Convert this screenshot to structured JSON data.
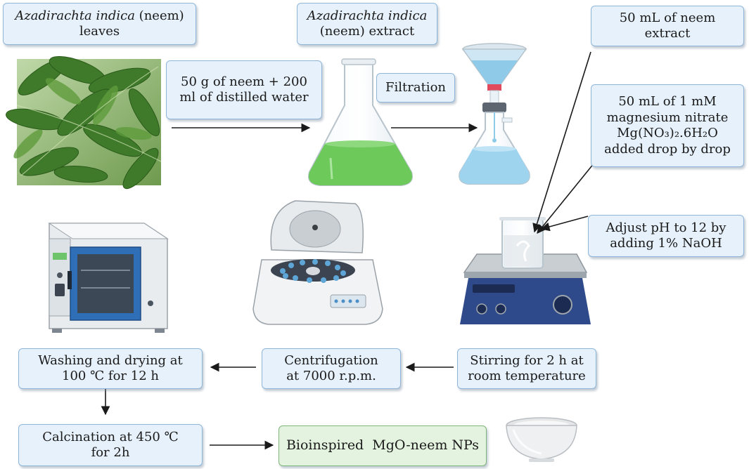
{
  "boxes": {
    "leaves": {
      "part_italic": "Azadirachta indica",
      "part_rest": " (neem)",
      "line2": "leaves"
    },
    "extract": {
      "line1": "Azadirachta indica",
      "line2": "(neem) extract"
    },
    "mix": {
      "line1": "50 g of neem + 200",
      "line2": "ml of distilled water"
    },
    "filtration": {
      "label": "Filtration"
    },
    "neem50": {
      "line1": "50 mL of neem",
      "line2": "extract"
    },
    "magnesium": {
      "line1": "50 mL of 1 mM",
      "line2": "magnesium nitrate",
      "line3": "Mg(NO₃)₂.6H₂O",
      "line4": "added drop by drop"
    },
    "ph": {
      "line1": "Adjust pH to 12 by",
      "line2": "adding 1% NaOH"
    },
    "stirring": {
      "line1": "Stirring for 2 h at",
      "line2": "room temperature"
    },
    "centrifugation": {
      "line1": "Centrifugation",
      "line2": "at 7000 r.p.m."
    },
    "washing": {
      "line1": "Washing and drying at",
      "line2": "100 ℃ for 12 h"
    },
    "calcination": {
      "line1": "Calcination at 450 ℃",
      "line2": "for 2h"
    },
    "product": {
      "label": "Bioinspired  MgO-neem NPs"
    }
  },
  "colors": {
    "box_fill": "#e6f1fb",
    "box_border": "#8fb6d9",
    "product_fill": "#e3f3df",
    "leaf_green": "#3f7a2a",
    "extract_green": "#6cc95a",
    "solution_blue": "#9fd4ef",
    "stirrer_blue": "#2f4a8a"
  },
  "icons": [
    "neem-leaves-photo",
    "flask-icon",
    "funnel-filtration-icon",
    "hotplate-stirrer-icon",
    "centrifuge-icon",
    "drying-oven-icon",
    "bowl-icon"
  ]
}
